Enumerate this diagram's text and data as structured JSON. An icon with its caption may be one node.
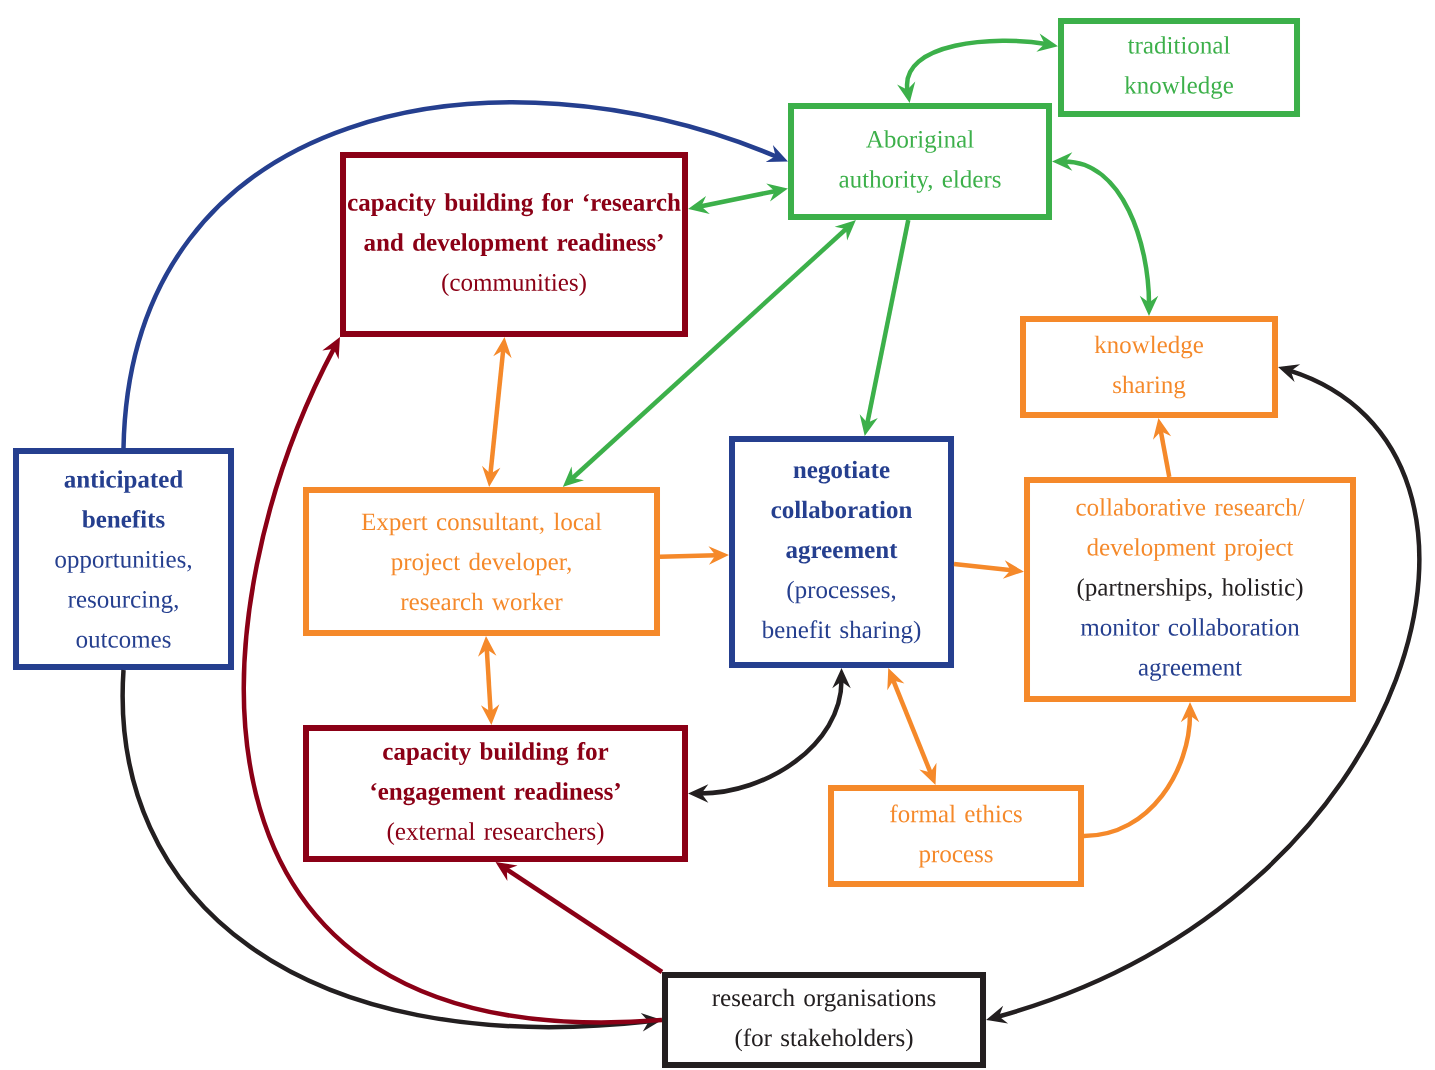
{
  "diagram": {
    "nodes": [
      {
        "text": [
          "traditional knowledge"
        ]
      },
      {
        "text": [
          "Aboriginal authority, elders"
        ]
      },
      {
        "text": [
          "capacity building for ‘research and development readiness’",
          "(communities)"
        ]
      },
      {
        "text": [
          "knowledge sharing"
        ]
      },
      {
        "text": [
          "anticipated benefits",
          "opportunities, resourcing, outcomes"
        ]
      },
      {
        "text": [
          "Expert consultant, local project developer, research worker"
        ]
      },
      {
        "text": [
          "negotiate collaboration agreement",
          "(processes, benefit sharing)"
        ]
      },
      {
        "text": [
          "collaborative research/ development project",
          "(partnerships, holistic)",
          "monitor collaboration agreement"
        ]
      },
      {
        "text": [
          "capacity building for ‘engagement readiness’",
          "(external researchers)"
        ]
      },
      {
        "text": [
          "formal ethics process"
        ]
      },
      {
        "text": [
          "research organisations (for stakeholders)"
        ]
      }
    ],
    "edges": [
      {
        "from": 1,
        "to": 0,
        "arrow": "both",
        "color": "#3cb04a"
      },
      {
        "from": 1,
        "to": 2,
        "arrow": "both",
        "color": "#3cb04a"
      },
      {
        "from": 1,
        "to": 5,
        "arrow": "both",
        "color": "#3cb04a"
      },
      {
        "from": 1,
        "to": 6,
        "arrow": "to",
        "color": "#3cb04a"
      },
      {
        "from": 1,
        "to": 3,
        "arrow": "both",
        "color": "#3cb04a"
      },
      {
        "from": 4,
        "to": 1,
        "arrow": "to",
        "color": "#253f8f"
      },
      {
        "from": 2,
        "to": 5,
        "arrow": "both"
      },
      {
        "from": 5,
        "to": 8,
        "arrow": "both"
      },
      {
        "from": 5,
        "to": 6,
        "arrow": "to"
      },
      {
        "from": 6,
        "to": 7,
        "arrow": "to"
      },
      {
        "from": 7,
        "to": 3,
        "arrow": "to"
      },
      {
        "from": 6,
        "to": 9,
        "arrow": "both"
      },
      {
        "from": 9,
        "to": 7,
        "arrow": "to"
      },
      {
        "from": 8,
        "to": 6,
        "arrow": "both",
        "color": "#231f20"
      },
      {
        "from": 4,
        "to": 10,
        "arrow": "to",
        "color": "#231f20"
      },
      {
        "from": 10,
        "to": 3,
        "arrow": "both",
        "color": "#231f20"
      },
      {
        "from": 10,
        "to": 2,
        "arrow": "to",
        "color": "#8b0016"
      },
      {
        "from": 10,
        "to": 8,
        "arrow": "to",
        "color": "#8b0016"
      }
    ]
  }
}
